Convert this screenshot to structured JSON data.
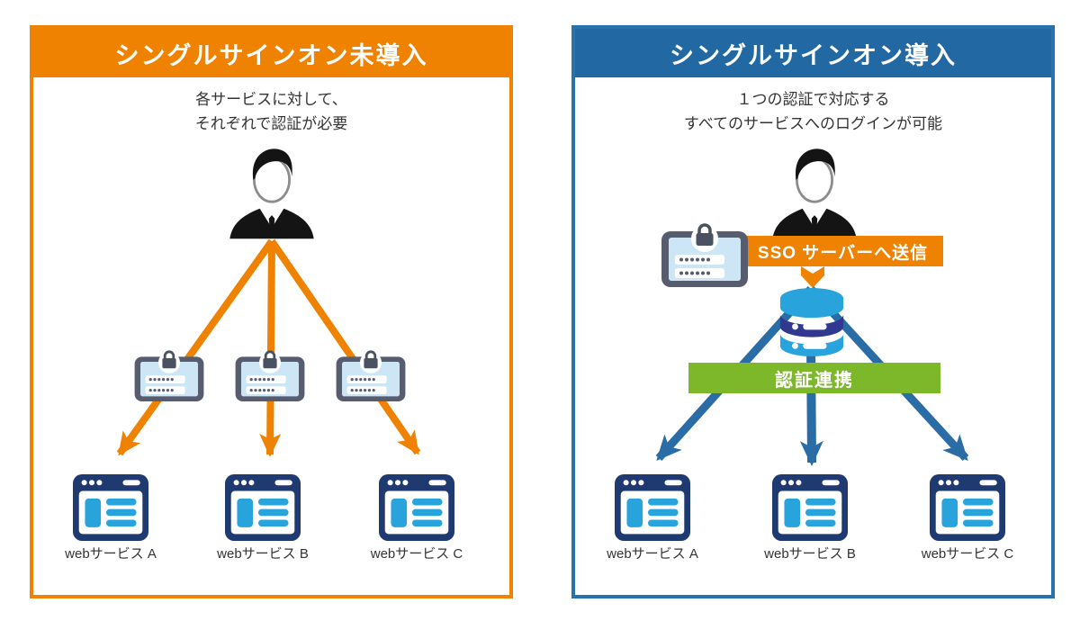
{
  "figure": {
    "type": "comparison-diagram",
    "topic": "シングルサインオン (SSO)"
  },
  "left_panel": {
    "title": "シングルサインオン未導入",
    "description_line1": "各サービスに対して、",
    "description_line2": "それぞれで認証が必要",
    "services": [
      "webサービス A",
      "webサービス B",
      "webサービス C"
    ],
    "accent_color": "#EF8200"
  },
  "right_panel": {
    "title": "シングルサインオン導入",
    "description_line1": "１つの認証で対応する",
    "description_line2": "すべてのサービスへのログインが可能",
    "sso_banner_label": "SSO サーバーへ送信",
    "federation_banner_label": "認証連携",
    "services": [
      "webサービス A",
      "webサービス B",
      "webサービス C"
    ],
    "accent_color": "#2269A4"
  },
  "icons": {
    "user": "businessman-icon",
    "credential": "password-tablet-lock-icon",
    "web_service": "browser-window-icon",
    "sso_server": "database-icon",
    "flow": "arrow-icon"
  },
  "colors": {
    "orange": "#EF8200",
    "blue_header": "#2269A4",
    "blue_border": "#2A72AC",
    "blue_arrow": "#2A6CA5",
    "green": "#7CB829",
    "navy_browser": "#1F3A70",
    "light_blue": "#29A3DC",
    "database_dark": "#30388F",
    "tablet_frame": "#575D6E",
    "tablet_screen": "#CDE6F6"
  }
}
